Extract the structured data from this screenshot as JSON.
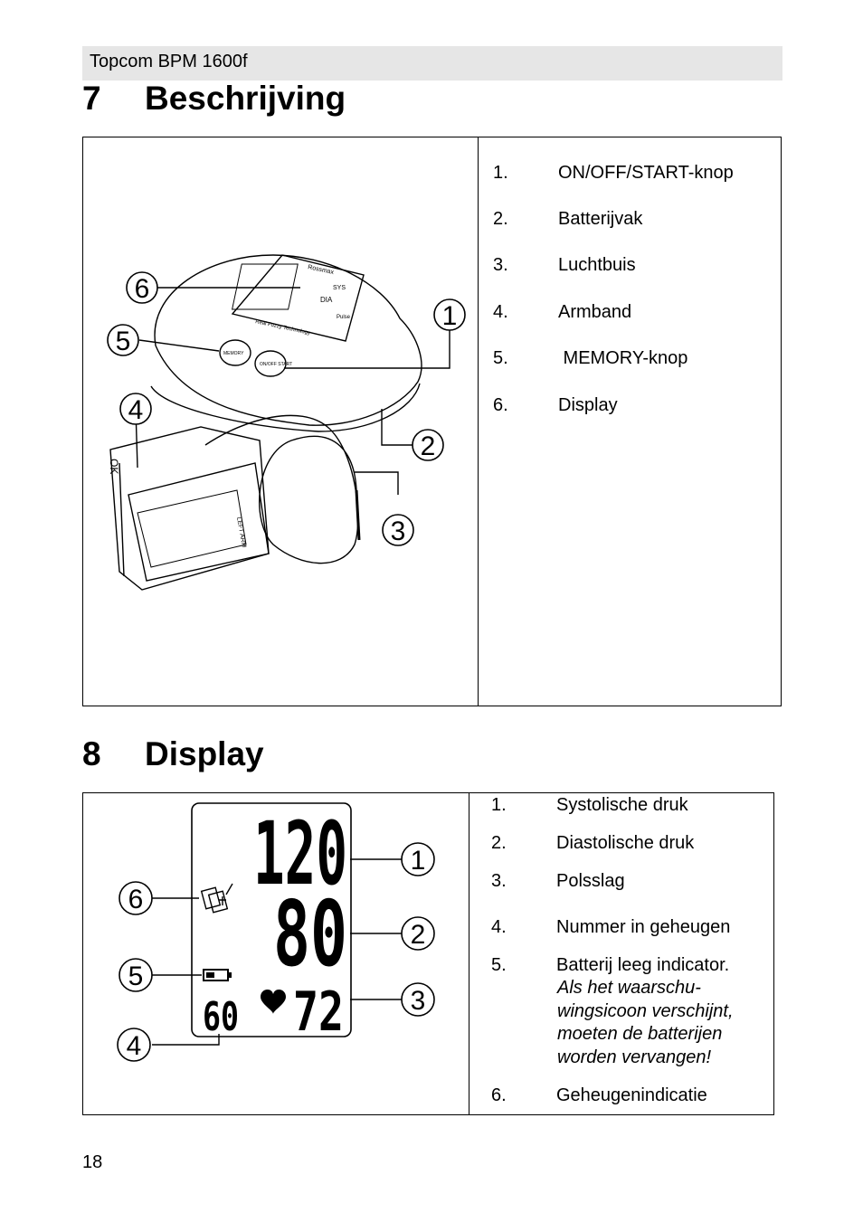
{
  "header": {
    "title": "Topcom BPM 1600f"
  },
  "section7": {
    "number": "7",
    "title": "Beschrijving",
    "items": [
      {
        "n": "1.",
        "label": "ON/OFF/START-knop"
      },
      {
        "n": "2.",
        "label": "Batterijvak"
      },
      {
        "n": "3.",
        "label": "Luchtbuis"
      },
      {
        "n": "4.",
        "label": "Armband"
      },
      {
        "n": "5.",
        "label": " MEMORY-knop"
      },
      {
        "n": "6.",
        "label": "Display"
      }
    ],
    "figure": {
      "brand": "Rossmax",
      "sys": "SYS",
      "dia": "DIA",
      "pulse": "Pulse",
      "fuzzy": "Real Fuzzy Technology",
      "memory_btn": "MEMORY",
      "onoff_btn": "ON/OFF START",
      "ok": "OK",
      "left_arm": "LEFT ARM",
      "callouts": [
        "1",
        "2",
        "3",
        "4",
        "5",
        "6"
      ]
    }
  },
  "section8": {
    "number": "8",
    "title": "Display",
    "items": [
      {
        "n": "1.",
        "label": "Systolische druk"
      },
      {
        "n": "2.",
        "label": "Diastolische druk"
      },
      {
        "n": "3.",
        "label": "Polsslag"
      },
      {
        "n": "4.",
        "label": "Nummer in geheugen"
      },
      {
        "n": "5.",
        "label": "Batterij leeg indicator."
      },
      {
        "n": "6.",
        "label": "Geheugenindicatie"
      }
    ],
    "battery_note": "Als het waarschu-wingsicoon verschijnt, moeten de batterijen worden vervangen!",
    "figure": {
      "systolic": "120",
      "diastolic": "80",
      "pulse": "72",
      "memory_no": "60",
      "callouts": [
        "1",
        "2",
        "3",
        "4",
        "5",
        "6"
      ]
    }
  },
  "footer": {
    "page_number": "18"
  }
}
